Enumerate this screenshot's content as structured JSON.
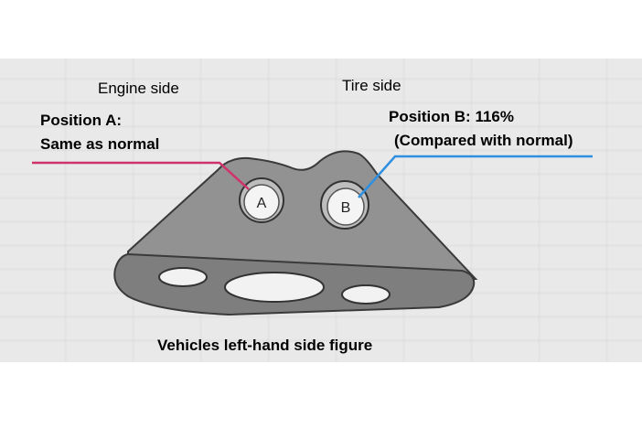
{
  "labels": {
    "engine_side": "Engine side",
    "tire_side": "Tire side",
    "position_a_line1": "Position A:",
    "position_a_line2": "Same as normal",
    "position_b_line1": "Position B: 116%",
    "position_b_line2": "(Compared with normal)",
    "caption": "Vehicles left-hand side figure"
  },
  "markers": {
    "a": "A",
    "b": "B"
  },
  "colors": {
    "position_a_leader": "#d0336b",
    "position_b_leader": "#2f8fe0",
    "bracket_fill": "#8f8f8f",
    "background": "#e9e9e9"
  }
}
